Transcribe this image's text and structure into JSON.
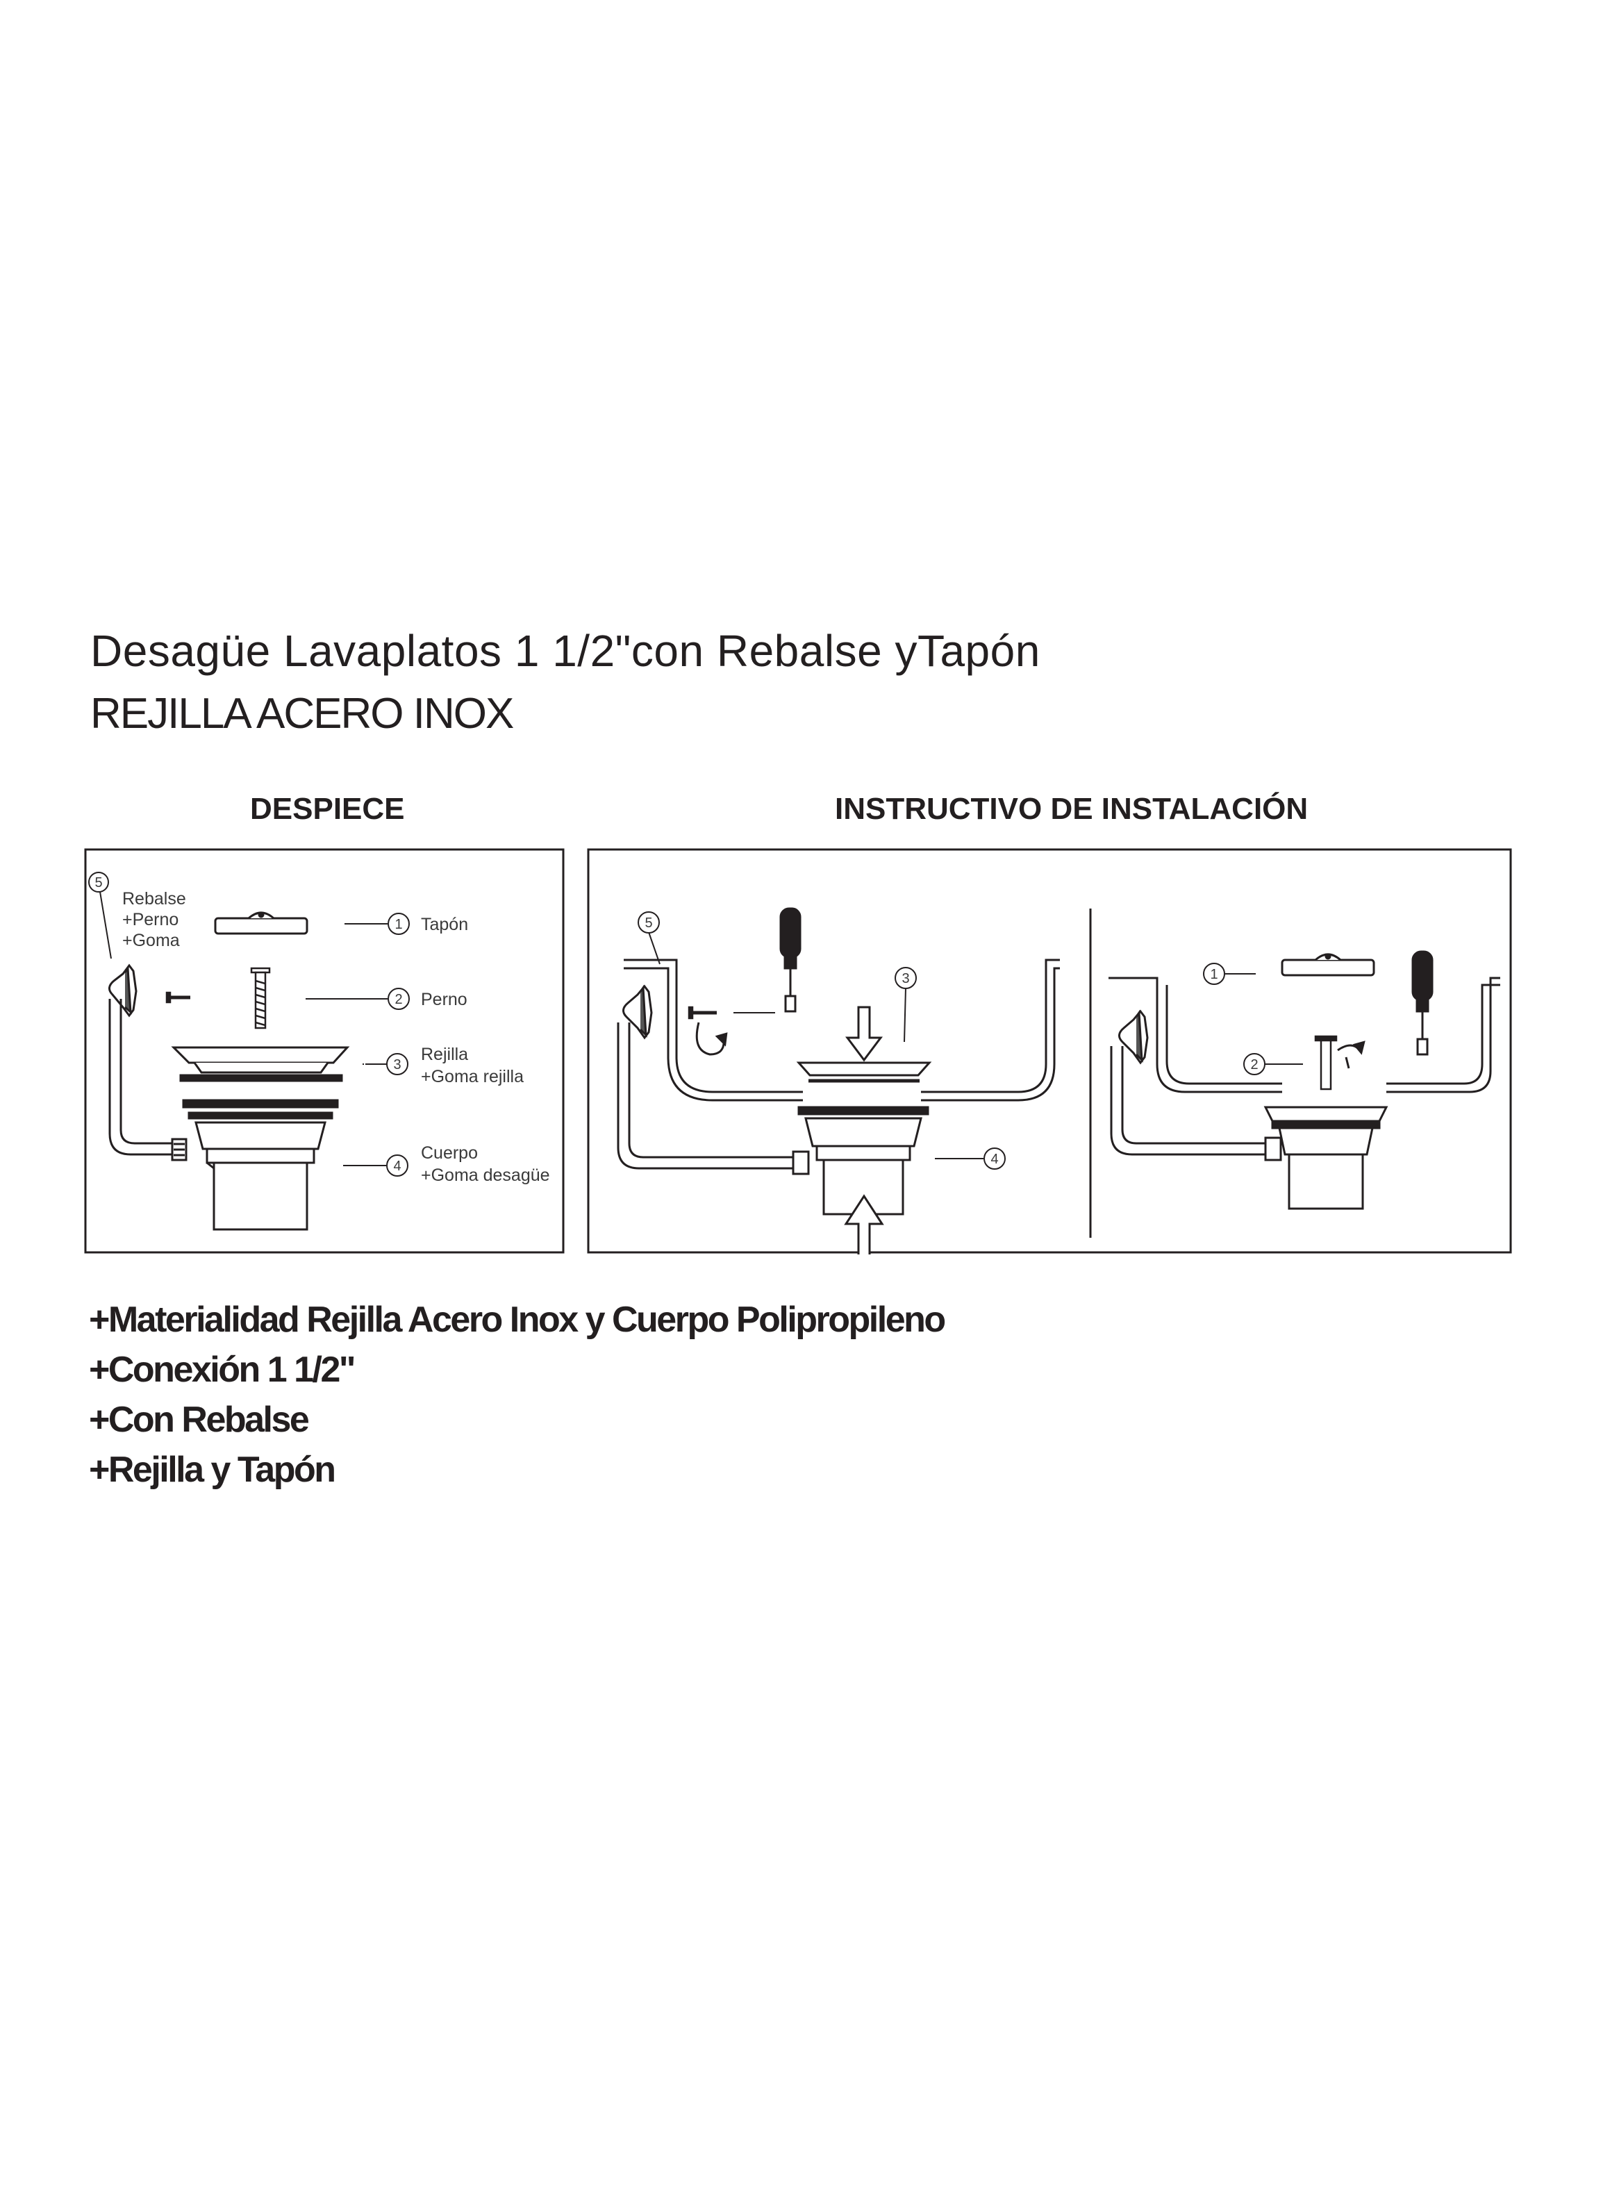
{
  "header": {
    "title": "Desagüe Lavaplatos 1 1/2\"con Rebalse  yTapón",
    "subtitle": "REJILLA ACERO INOX"
  },
  "sections": {
    "despiece": "DESPIECE",
    "instructivo": "INSTRUCTIVO DE INSTALACIÓN"
  },
  "parts": [
    {
      "number": "1",
      "name": "Tapón",
      "extra": ""
    },
    {
      "number": "2",
      "name": "Perno",
      "extra": ""
    },
    {
      "number": "3",
      "name": "Rejilla",
      "extra": "+Goma rejilla"
    },
    {
      "number": "4",
      "name": "Cuerpo",
      "extra": "+Goma desagüe"
    },
    {
      "number": "5",
      "name": "Rebalse",
      "extra": "+Perno",
      "extra2": "+Goma"
    }
  ],
  "install_callouts": {
    "step1": [
      "5",
      "3",
      "4"
    ],
    "step2": [
      "1",
      "2"
    ]
  },
  "features": [
    "+Materialidad Rejilla Acero Inox y Cuerpo Polipropileno",
    "+Conexión 1 1/2\"",
    "+Con Rebalse",
    "+Rejilla y Tapón"
  ],
  "colors": {
    "line": "#231f20",
    "text": "#231f20",
    "background": "#ffffff"
  }
}
